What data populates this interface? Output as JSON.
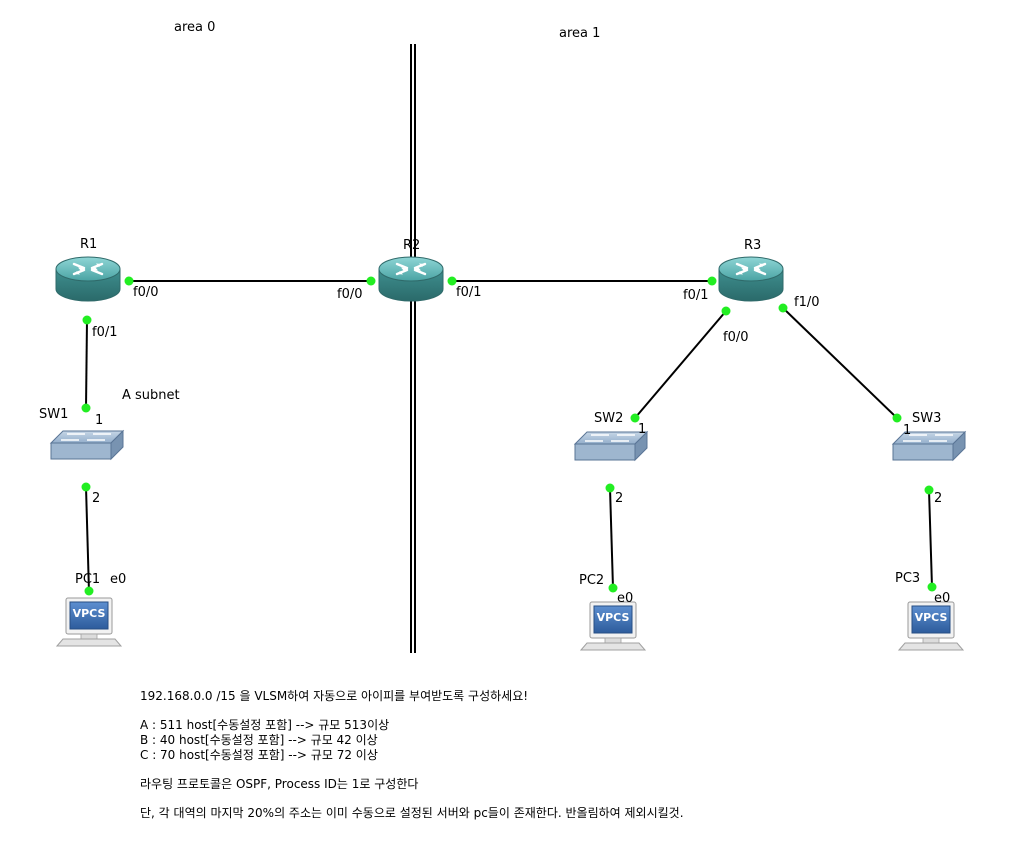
{
  "areas": [
    "area 0",
    "area 1"
  ],
  "devices": {
    "r1": "R1",
    "r2": "R2",
    "r3": "R3",
    "sw1": "SW1",
    "sw2": "SW2",
    "sw3": "SW3",
    "pc1": "PC1",
    "pc2": "PC2",
    "pc3": "PC3",
    "vpcs": "VPCS"
  },
  "ports": {
    "r1_f00": "f0/0",
    "r1_f01": "f0/1",
    "r2_f00": "f0/0",
    "r2_f01": "f0/1",
    "r3_f01": "f0/1",
    "r3_f00": "f0/0",
    "r3_f10": "f1/0",
    "sw1_1": "1",
    "sw1_2": "2",
    "sw2_1": "1",
    "sw2_2": "2",
    "sw3_1": "1",
    "sw3_2": "2",
    "pc1_e0": "e0",
    "pc2_e0": "e0",
    "pc3_e0": "e0"
  },
  "annotations": {
    "a_subnet": "A subnet"
  },
  "notes": {
    "line1": "192.168.0.0 /15 을 VLSM하여 자동으로 아이피를 부여받도록 구성하세요!",
    "line2": "A : 511 host[수동설정 포함] --> 규모 513이상",
    "line3": "B : 40 host[수동설정 포함] --> 규모 42 이상",
    "line4": "C : 70 host[수동설정 포함] --> 규모 72 이상",
    "line5": "라우팅 프로토콜은 OSPF, Process ID는 1로 구성한다",
    "line6": "단, 각 대역의 마지막 20%의 주소는 이미 수동으로 설정된 서버와 pc들이 존재한다. 반올림하여 제외시킬것."
  },
  "colors": {
    "router_body": "#3f8f8f",
    "router_top": "#6fc1c1",
    "switch_top": "#a9bfd6",
    "switch_side": "#6f8aa8",
    "link_dot": "#22ee22",
    "vpcs_screen": "#3a6fb0"
  }
}
